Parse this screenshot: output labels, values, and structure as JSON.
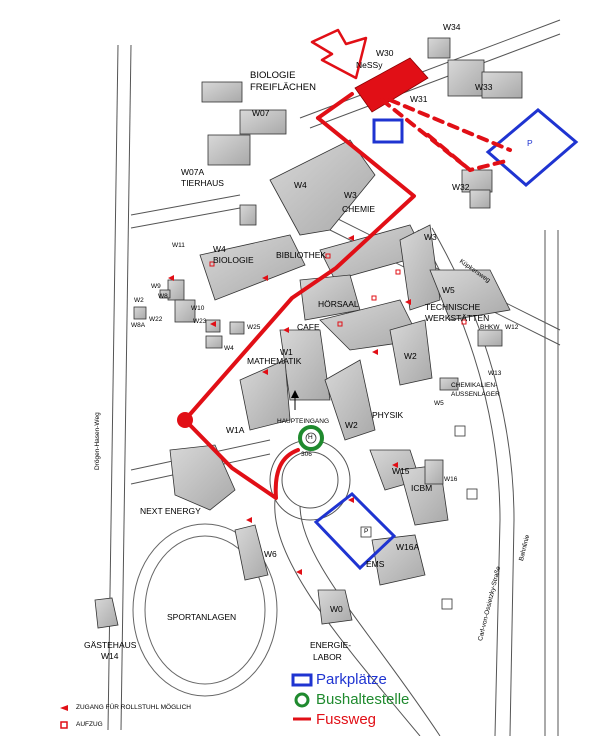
{
  "map": {
    "legend_colors": {
      "parking": "#1f34d1",
      "bus_stop": "#1f8a2e",
      "footpath": "#e10f16"
    },
    "buildings": [
      {
        "key": "w30",
        "label": "W30"
      },
      {
        "key": "w34",
        "label": "W34"
      },
      {
        "key": "nessy",
        "label": "NeSSy"
      },
      {
        "key": "w33",
        "label": "W33"
      },
      {
        "key": "w31",
        "label": "W31"
      },
      {
        "key": "w32",
        "label": "W32"
      },
      {
        "key": "w07",
        "label": "W07"
      },
      {
        "key": "w07a",
        "label": "W07A"
      },
      {
        "key": "w4",
        "label": "W4"
      },
      {
        "key": "w3",
        "label": "W3"
      },
      {
        "key": "w3b",
        "label": "W3"
      },
      {
        "key": "w11",
        "label": "W11"
      },
      {
        "key": "w4b",
        "label": "W4"
      },
      {
        "key": "w9",
        "label": "W9"
      },
      {
        "key": "w8",
        "label": "W8"
      },
      {
        "key": "w10",
        "label": "W10"
      },
      {
        "key": "w2b",
        "label": "W2"
      },
      {
        "key": "w22",
        "label": "W22"
      },
      {
        "key": "w8a",
        "label": "W8A"
      },
      {
        "key": "w23",
        "label": "W23"
      },
      {
        "key": "w25",
        "label": "W25"
      },
      {
        "key": "w4c",
        "label": "W4"
      },
      {
        "key": "w1",
        "label": "W1"
      },
      {
        "key": "w5",
        "label": "W5"
      },
      {
        "key": "w12",
        "label": "W12"
      },
      {
        "key": "w2",
        "label": "W2"
      },
      {
        "key": "w2c",
        "label": "W2"
      },
      {
        "key": "w13",
        "label": "W13"
      },
      {
        "key": "w5b",
        "label": "W5"
      },
      {
        "key": "w1a",
        "label": "W1A"
      },
      {
        "key": "w15",
        "label": "W15"
      },
      {
        "key": "w16",
        "label": "W16"
      },
      {
        "key": "w16a",
        "label": "W16A"
      },
      {
        "key": "w6",
        "label": "W6"
      },
      {
        "key": "w0",
        "label": "W0"
      },
      {
        "key": "w14",
        "label": "W14"
      },
      {
        "key": "bhkw",
        "label": "BHKW"
      }
    ],
    "places": {
      "biologie_freiflaechen_1": "BIOLOGIE",
      "biologie_freiflaechen_2": "FREIFLÄCHEN",
      "tierhaus": "TIERHAUS",
      "chemie": "CHEMIE",
      "biologie": "BIOLOGIE",
      "bibliothek": "BIBLIOTHEK",
      "hoersaal": "HÖRSAAL",
      "cafe": "CAFE",
      "mathematik": "MATHEMATIK",
      "technische_1": "TECHNISCHE",
      "technische_2": "WERKSTÄTTEN",
      "chemikalien_1": "CHEMIKALIEN-",
      "chemikalien_2": "AUSSENLAGER",
      "physik": "PHYSIK",
      "haupteingang": "HAUPTEINGANG",
      "next_energy": "NEXT ENERGY",
      "icbm": "ICBM",
      "ems": "EMS",
      "sportanlagen": "SPORTANLAGEN",
      "gaestehaus": "GÄSTEHAUS",
      "energielabor_1": "ENERGIE-",
      "energielabor_2": "LABOR"
    },
    "streets": {
      "kuepkersweg": "Küpkersweg",
      "droegen": "Drögen-Hasen-Weg",
      "carl": "Carl-von-Ossietzky-Straße",
      "bahnlinie": "Bahnlinie"
    },
    "bus_stop_number": "306",
    "bus_stop_symbol": "H",
    "parking_symbol": "P",
    "parking_symbol_big": "P"
  },
  "legend": {
    "parking": "Parkplätze",
    "bus": "Bushaltestelle",
    "path": "Fussweg",
    "wheelchair": "ZUGANG FÜR ROLLSTUHL MÖGLICH",
    "elevator": "AUFZUG"
  }
}
